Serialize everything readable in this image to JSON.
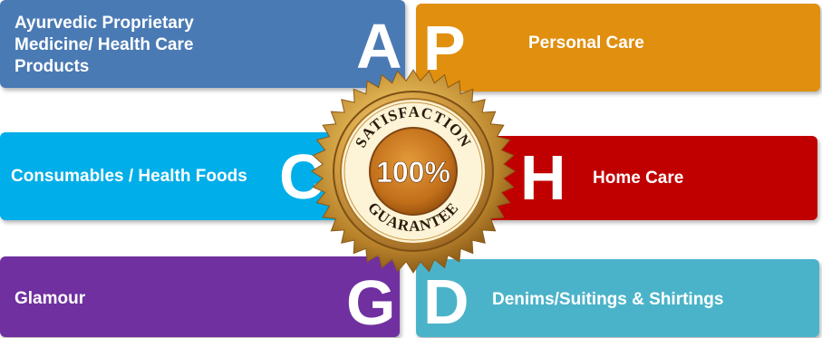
{
  "tiles": {
    "a": {
      "letter": "A",
      "label": "Ayurvedic Proprietary Medicine/ Health Care Products",
      "color": "#4a7ab4"
    },
    "p": {
      "letter": "P",
      "label": "Personal Care",
      "color": "#e08f0f"
    },
    "c": {
      "letter": "C",
      "label": "Consumables / Health Foods",
      "color": "#00aee9"
    },
    "h": {
      "letter": "H",
      "label": "Home Care",
      "color": "#c00000"
    },
    "g": {
      "letter": "G",
      "label": "Glamour",
      "color": "#7030a0"
    },
    "d": {
      "letter": "D",
      "label": "Denims/Suitings & Shirtings",
      "color": "#4bb3c9"
    }
  },
  "badge": {
    "top_text": "SATISFACTION",
    "center_text": "100%",
    "bottom_text": "GUARANTEE"
  }
}
